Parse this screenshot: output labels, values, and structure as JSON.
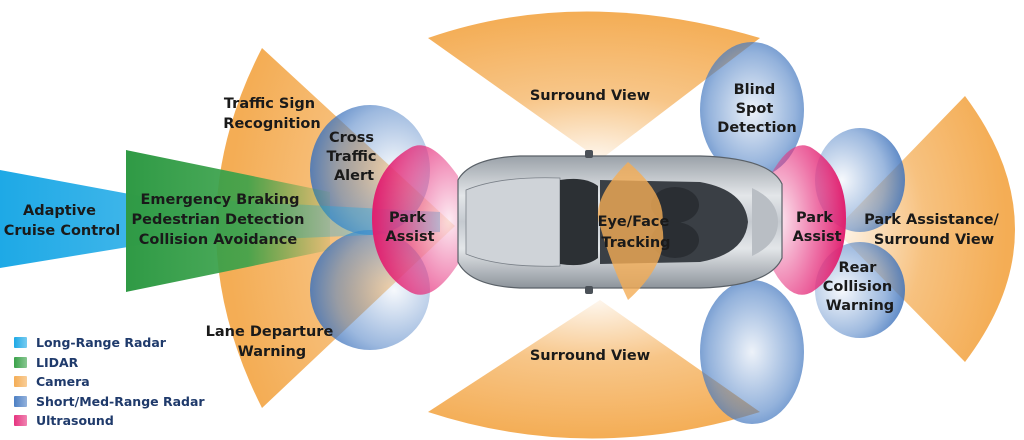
{
  "colors": {
    "long_range_radar": "#1ea9e6",
    "lidar": "#3aa24a",
    "camera": "#f4ad55",
    "short_med_range_radar": "#4c7fc4",
    "ultrasound": "#e6337f"
  },
  "labels": {
    "adaptive_cruise_line1": "Adaptive",
    "adaptive_cruise_line2": "Cruise Control",
    "emergency_braking": "Emergency Braking",
    "pedestrian_detection": "Pedestrian Detection",
    "collision_avoidance": "Collision Avoidance",
    "traffic_sign_line1": "Traffic Sign",
    "traffic_sign_line2": "Recognition",
    "cross_traffic_line1": "Cross",
    "cross_traffic_line2": "Traffic",
    "cross_traffic_line3": "Alert",
    "park_assist_front_line1": "Park",
    "park_assist_front_line2": "Assist",
    "lane_departure_line1": "Lane Departure",
    "lane_departure_line2": "Warning",
    "surround_view_top": "Surround View",
    "surround_view_bottom": "Surround View",
    "eye_face_line1": "Eye/Face",
    "eye_face_line2": "Tracking",
    "blind_spot_line1": "Blind",
    "blind_spot_line2": "Spot",
    "blind_spot_line3": "Detection",
    "park_assist_rear_line1": "Park",
    "park_assist_rear_line2": "Assist",
    "rear_collision_line1": "Rear",
    "rear_collision_line2": "Collision",
    "rear_collision_line3": "Warning",
    "park_assistance_line1": "Park Assistance/",
    "park_assistance_line2": "Surround View"
  },
  "legend": [
    {
      "label": "Long-Range Radar",
      "color": "#1ea9e6"
    },
    {
      "label": "LIDAR",
      "color": "#3aa24a"
    },
    {
      "label": "Camera",
      "color": "#f4ad55"
    },
    {
      "label": "Short/Med-Range Radar",
      "color": "#4c7fc4"
    },
    {
      "label": "Ultrasound",
      "color": "#e6337f"
    }
  ]
}
